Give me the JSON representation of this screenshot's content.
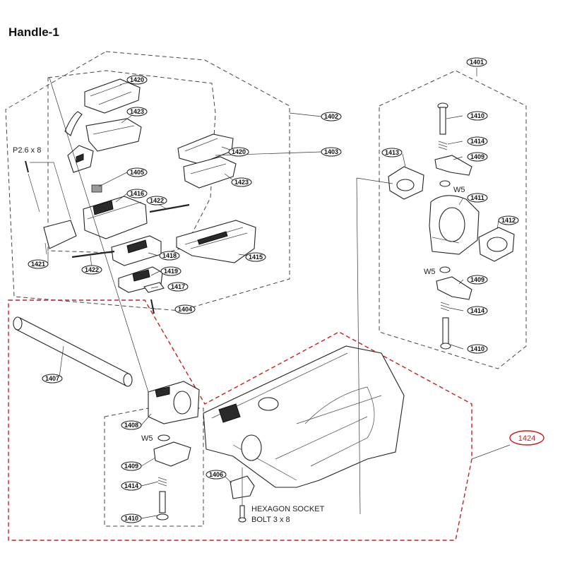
{
  "title": "Handle-1",
  "accent_color": "#d01c1c",
  "callouts": {
    "c1420a": "1420",
    "c1423a": "1423",
    "c1402": "1402",
    "c1403": "1403",
    "c1420b": "1420",
    "c1423b": "1423",
    "c1405": "1405",
    "c1416": "1416",
    "c1422a": "1422",
    "c1421": "1421",
    "c1422b": "1422",
    "c1418": "1418",
    "c1415": "1415",
    "c1419": "1419",
    "c1417": "1417",
    "c1404": "1404",
    "c1401": "1401",
    "c1410a": "1410",
    "c1414a": "1414",
    "c1413": "1413",
    "c1409a": "1409",
    "c1411": "1411",
    "c1412": "1412",
    "c1409b": "1409",
    "c1414b": "1414",
    "c1410b": "1410",
    "c1407": "1407",
    "c1408": "1408",
    "c1409c": "1409",
    "c1414c": "1414",
    "c1410c": "1410",
    "c1406": "1406",
    "c1424": "1424"
  },
  "notes": {
    "screw_p26x8": "P2.6 x 8",
    "washer_w5_a": "W5",
    "washer_w5_b": "W5",
    "washer_w5_c": "W5",
    "bolt_line1": "HEXAGON SOCKET",
    "bolt_line2": "BOLT 3 x 8"
  }
}
